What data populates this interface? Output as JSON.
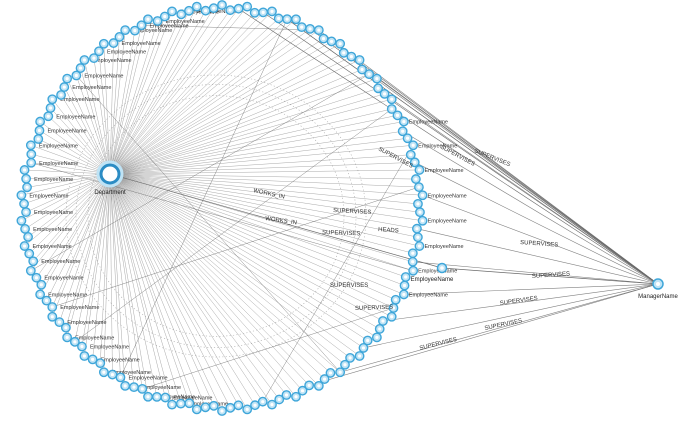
{
  "graph": {
    "nodes": {
      "department": "Department",
      "employee_focus": "EmployeeName",
      "manager": "ManagerName",
      "employee_ring": "EmployeeName"
    },
    "relationships": {
      "supervises": "SUPERVISES",
      "works_in": "WORKS_IN",
      "heads": "HEADS"
    },
    "colors": {
      "node_fill": "#3fa6d9",
      "node_ring": "#bfe3f5",
      "department_ring": "#2b8cc4",
      "edge": "#6a6a6a",
      "dense_edge": "#5a5a5a"
    }
  }
}
